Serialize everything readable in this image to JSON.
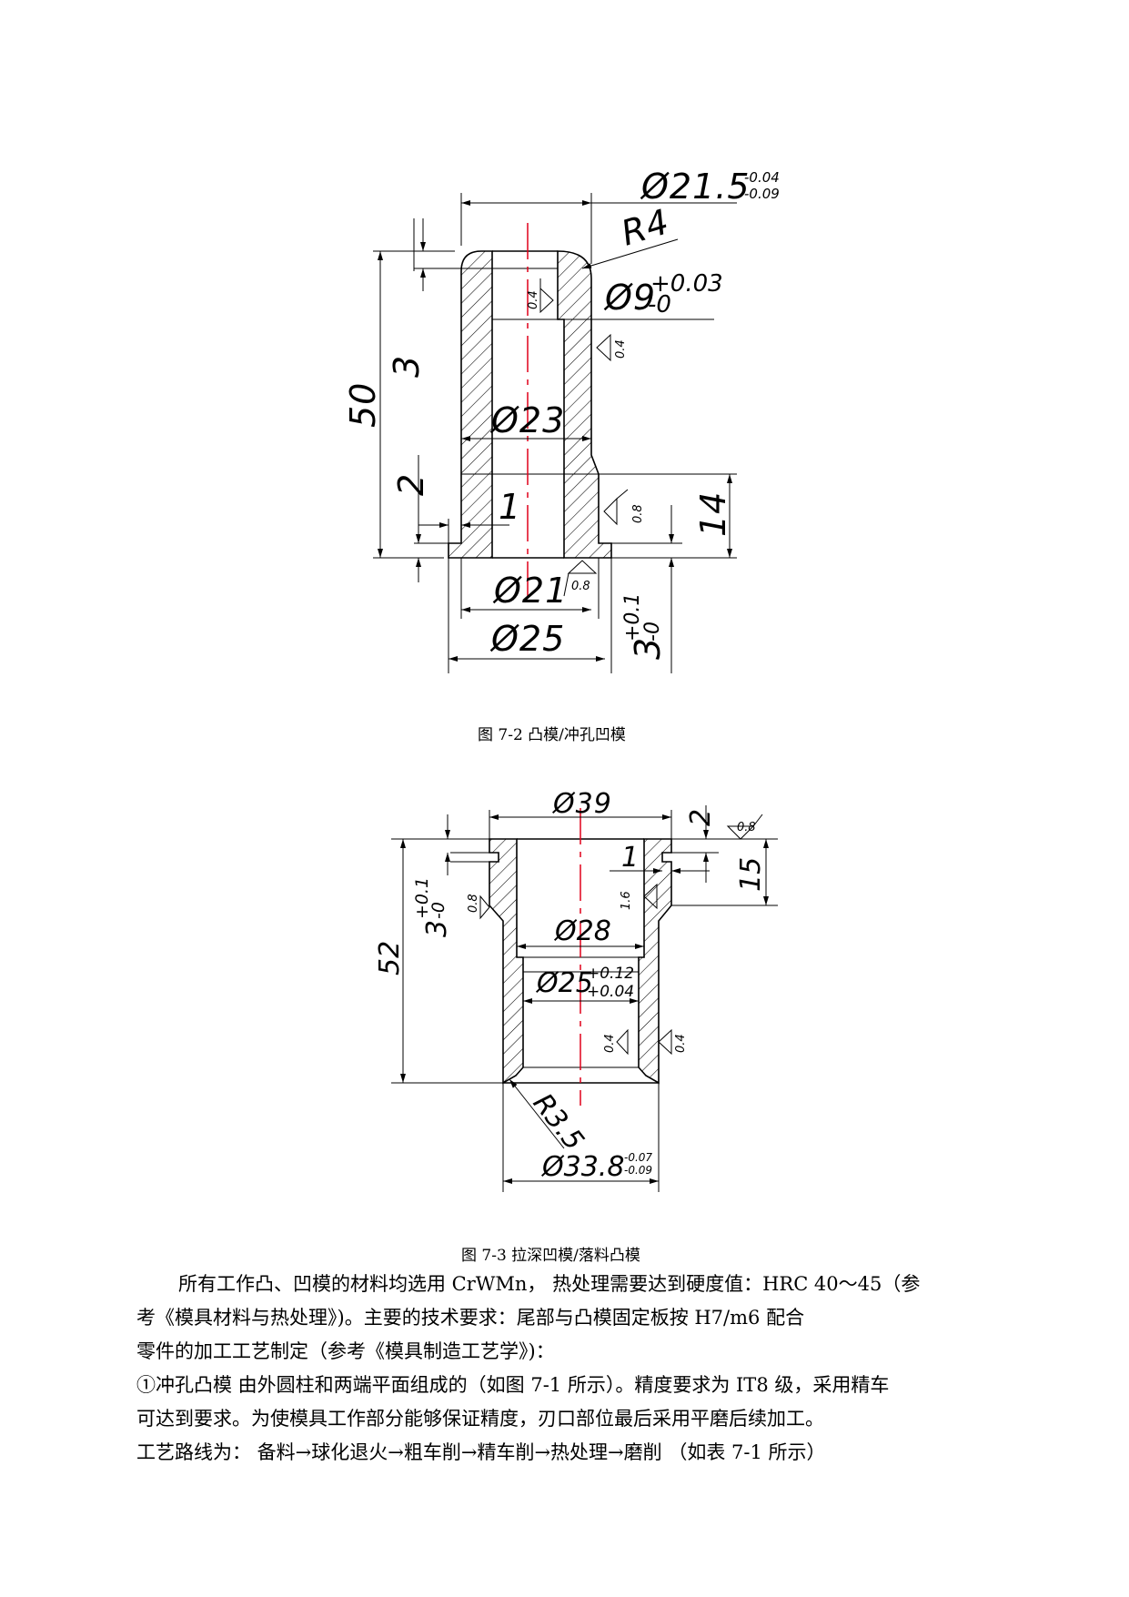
{
  "fig1": {
    "caption": "图 7-2 凸模/冲孔凹模",
    "dims": {
      "d21_5": "Ø21.5",
      "d21_5_tol_up": "-0.04",
      "d21_5_tol_low": "-0.09",
      "r4": "R4",
      "d9": "Ø9",
      "d9_tol_up": "+0.03",
      "d9_tol_low": "-0",
      "h50": "50",
      "h3": "3",
      "h2": "2",
      "h1": "1",
      "h14": "14",
      "d23": "Ø23",
      "d21": "Ø21",
      "d25": "Ø25",
      "h3tol": "3",
      "h3tol_up": "+0.1",
      "h3tol_low": "-0",
      "ra04a": "0.4",
      "ra04b": "0.4",
      "ra08a": "0.8",
      "ra08b": "0.8"
    }
  },
  "fig2": {
    "caption": "图 7-3 拉深凹模/落料凸模",
    "dims": {
      "d39": "Ø39",
      "h2": "2",
      "ra08top": "0.8",
      "h1": "1",
      "h15": "15",
      "h3tol": "3",
      "h3tol_up": "+0.1",
      "h3tol_low": "-0",
      "ra08left": "0.8",
      "ra16": "1.6",
      "d28": "Ø28",
      "h52": "52",
      "d25": "Ø25",
      "d25_tol_up": "+0.12",
      "d25_tol_low": "+0.04",
      "ra04a": "0.4",
      "ra04b": "0.4",
      "r35": "R3.5",
      "d33_8": "Ø33.8",
      "d33_8_tol_up": "-0.07",
      "d33_8_tol_low": "-0.09"
    }
  },
  "text": {
    "line1": "所有工作凸、凹模的材料均选用 CrWMn，   热处理需要达到硬度值：HRC 40～45（参",
    "line2": "考《模具材料与热处理》)。主要的技术要求：尾部与凸模固定板按 H7/m6 配合",
    "line3": "零件的加工工艺制定（参考《模具制造工艺学》)：",
    "line4": "①冲孔凸模  由外圆柱和两端平面组成的（如图 7-1 所示）。精度要求为 IT8 级，采用精车",
    "line5": "可达到要求。为使模具工作部分能够保证精度，刃口部位最后采用平磨后续加工。",
    "line6": "工艺路线为：  备料→球化退火→粗车削→精车削→热处理→磨削  （如表 7-1 所示）"
  },
  "colors": {
    "centerline": "#e0001a",
    "ink": "#000000"
  }
}
